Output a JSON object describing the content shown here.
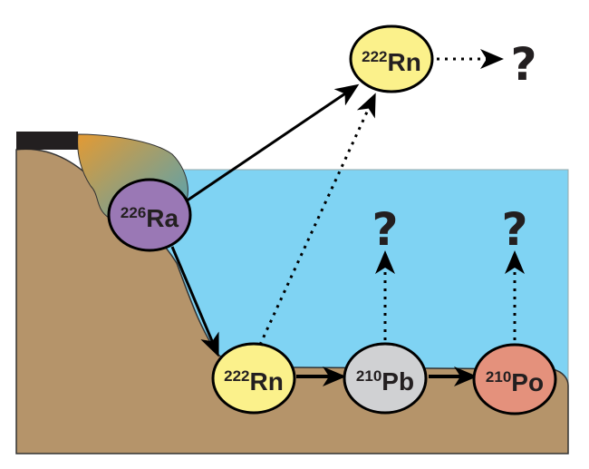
{
  "colors": {
    "sediment": "#b5946a",
    "water": "#7fd3f3",
    "radium": "#9a78b5",
    "radon": "#fbf18b",
    "lead": "#d0d1d3",
    "polonium": "#e4917c",
    "outline": "#231f20"
  },
  "nodes": {
    "ra226": {
      "mass": "226",
      "symbol": "Ra"
    },
    "rn222_sediment": {
      "mass": "222",
      "symbol": "Rn"
    },
    "pb210": {
      "mass": "210",
      "symbol": "Pb"
    },
    "po210": {
      "mass": "210",
      "symbol": "Po"
    },
    "rn222_air": {
      "mass": "222",
      "symbol": "Rn"
    }
  },
  "unknowns": {
    "air": "?",
    "pb": "?",
    "po": "?"
  }
}
